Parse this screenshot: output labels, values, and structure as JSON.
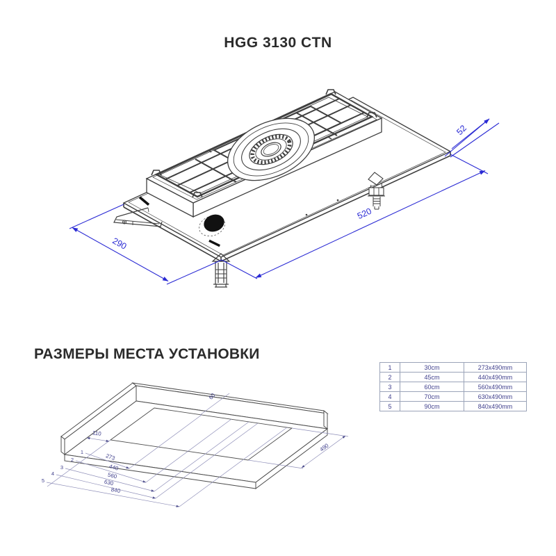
{
  "page": {
    "title": "HGG 3130 CTN",
    "section_heading": "РАЗМЕРЫ МЕСТА УСТАНОВКИ"
  },
  "hob": {
    "dim_depth": "290",
    "dim_width": "520",
    "dim_height": "52"
  },
  "install": {
    "dim_left_offset": "110",
    "dim_rear_gap": "60",
    "dim_depth": "490",
    "options": [
      {
        "num": "1",
        "width": "273"
      },
      {
        "num": "2",
        "width": "440"
      },
      {
        "num": "3",
        "width": "560"
      },
      {
        "num": "4",
        "width": "630"
      },
      {
        "num": "5",
        "width": "840"
      }
    ]
  },
  "table": {
    "rows": [
      {
        "num": "1",
        "size": "30cm",
        "cutout": "273x490mm"
      },
      {
        "num": "2",
        "size": "45cm",
        "cutout": "440x490mm"
      },
      {
        "num": "3",
        "size": "60cm",
        "cutout": "560x490mm"
      },
      {
        "num": "4",
        "size": "70cm",
        "cutout": "630x490mm"
      },
      {
        "num": "5",
        "size": "90cm",
        "cutout": "840x490mm"
      }
    ]
  },
  "colors": {
    "dimension_blue": "#2a2ad4",
    "install_dim_line": "#8e8eb8",
    "install_dim_text": "#3f3f8c",
    "drawing_line": "#3f3f3f"
  }
}
